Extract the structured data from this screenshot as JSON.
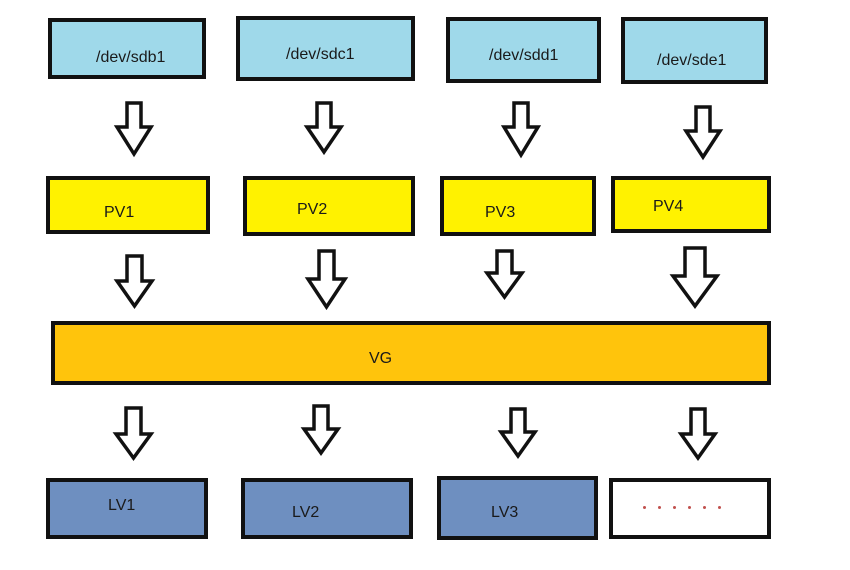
{
  "devices": [
    "/dev/sdb1",
    "/dev/sdc1",
    "/dev/sdd1",
    "/dev/sde1"
  ],
  "physical_volumes": [
    "PV1",
    "PV2",
    "PV3",
    "PV4"
  ],
  "volume_group": "VG",
  "logical_volumes": [
    "LV1",
    "LV2",
    "LV3"
  ],
  "colors": {
    "device_fill": "#9fd9ea",
    "pv_fill": "#fff200",
    "vg_fill": "#ffc40c",
    "lv_fill": "#6e8fc0",
    "border": "#111111",
    "ellipsis_dots": "#c0504d"
  }
}
